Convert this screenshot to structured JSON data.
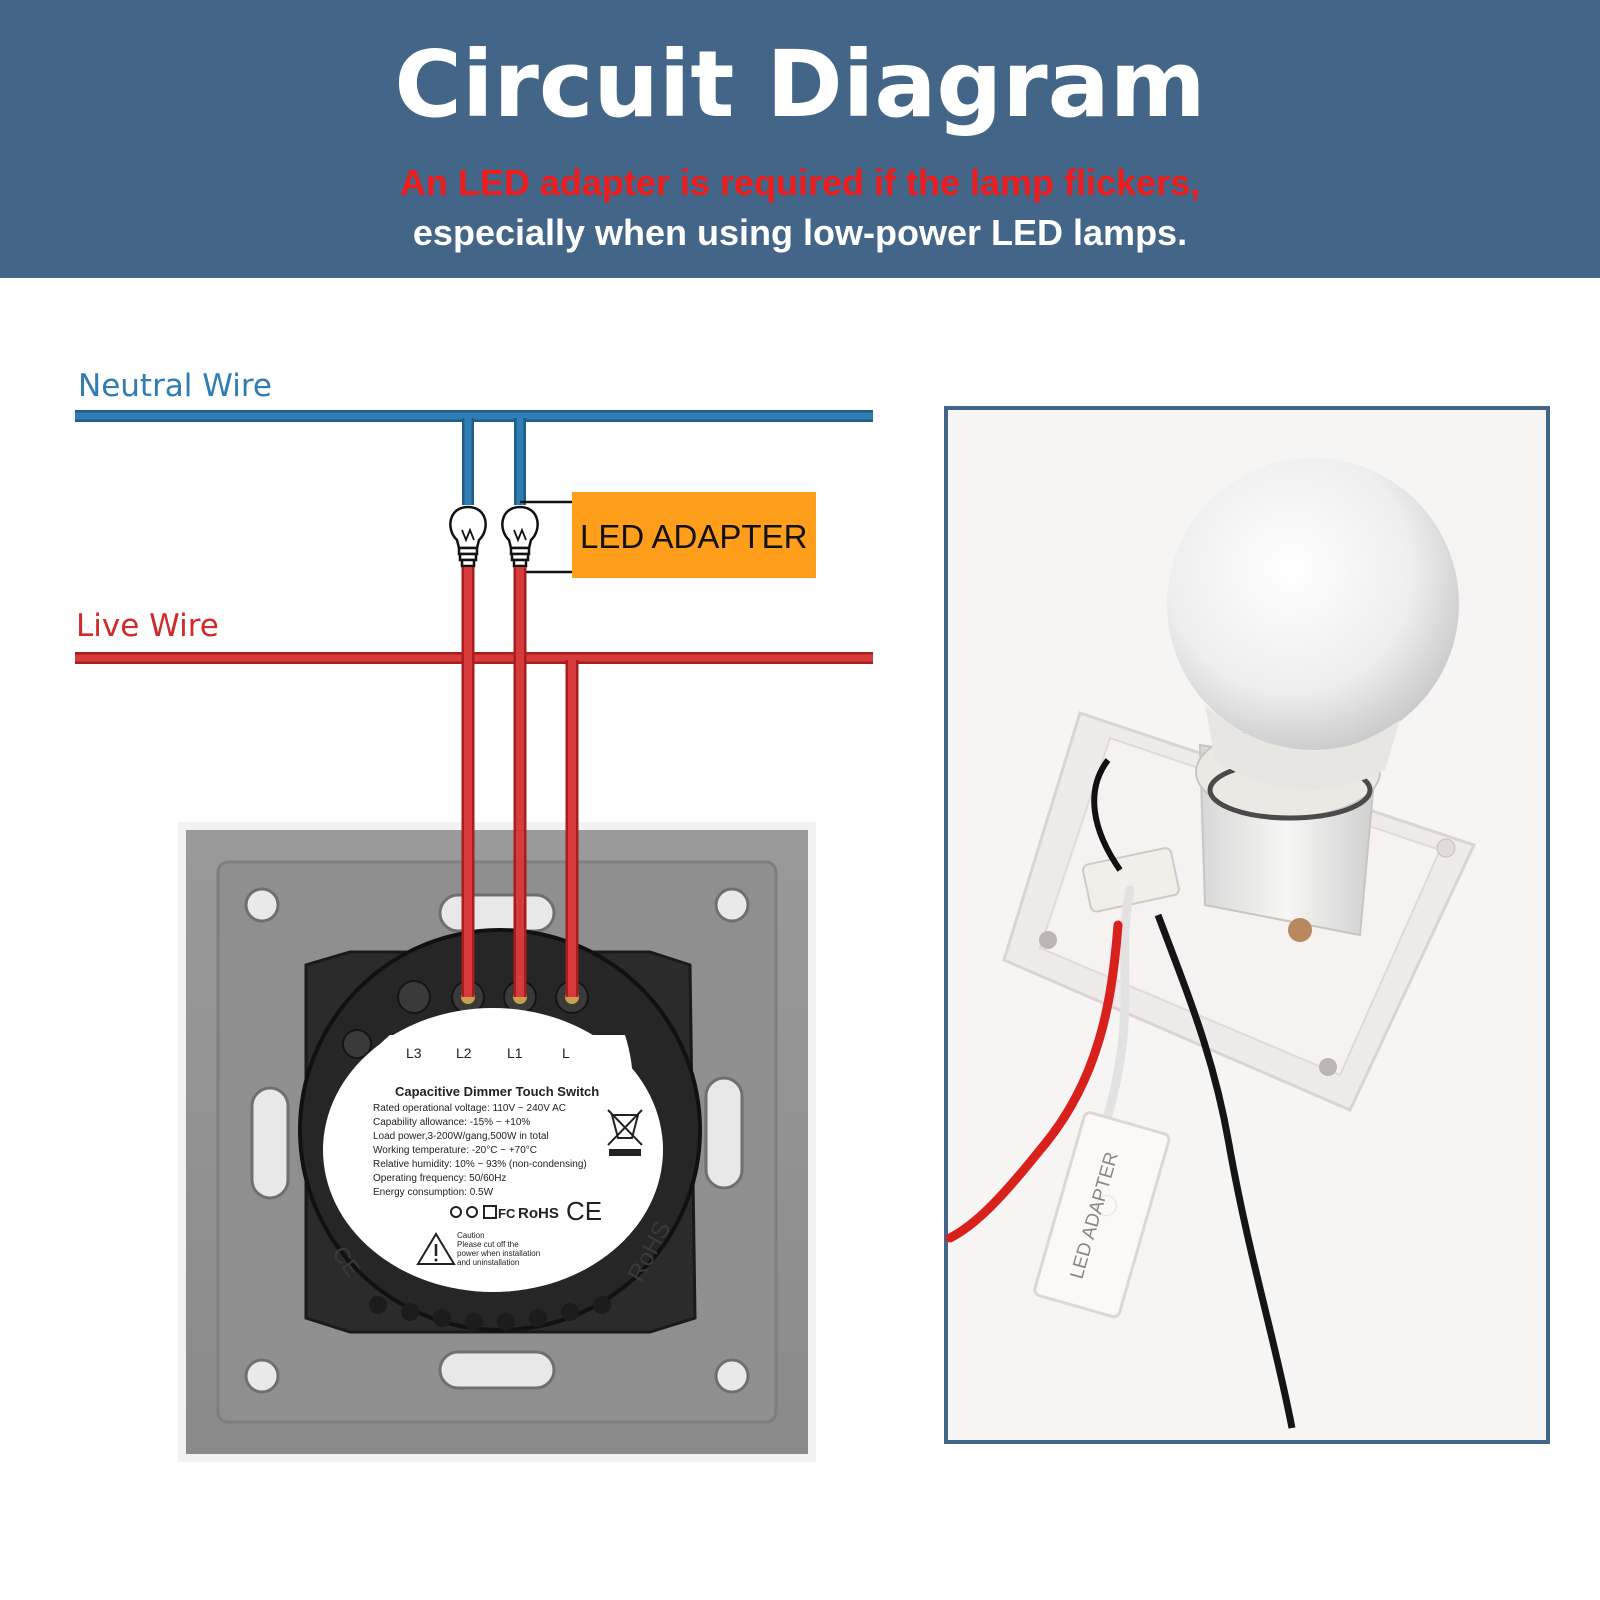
{
  "header": {
    "title": "Circuit Diagram",
    "subtitle_warning": "An LED adapter is required if the lamp flickers,",
    "subtitle_note": "especially when using low-power LED lamps."
  },
  "wires": {
    "neutral_label": "Neutral Wire",
    "live_label": "Live Wire",
    "neutral_color": "#2f7db3",
    "live_color": "#d63a3a"
  },
  "adapter": {
    "label": "LED ADAPTER",
    "color": "#ff9e1b"
  },
  "switch": {
    "terminals": [
      "L3",
      "L2",
      "L1",
      "L"
    ],
    "product_title": "Capacitive Dimmer Touch Switch",
    "specs": [
      "Rated operational voltage:   110V ~ 240V AC",
      "Capability allowance: -15% ~ +10%",
      "Load power,3-200W/gang,500W in total",
      "Working temperature:   -20°C ~ +70°C",
      "Relative humidity: 10% ~ 93% (non-condensing)",
      "Operating frequency:   50/60Hz",
      "Energy consumption:   0.5W"
    ],
    "certifications": "RoHS",
    "ce_mark": "CE",
    "caution_title": "Caution",
    "caution_lines": [
      "Please cut off the",
      "power when installation",
      "and uninstallation"
    ],
    "side_stamp_right": "RoHS",
    "side_stamp_left": "CE"
  },
  "photo": {
    "adapter_text": "LED ADAPTER",
    "border_color": "#436688"
  }
}
